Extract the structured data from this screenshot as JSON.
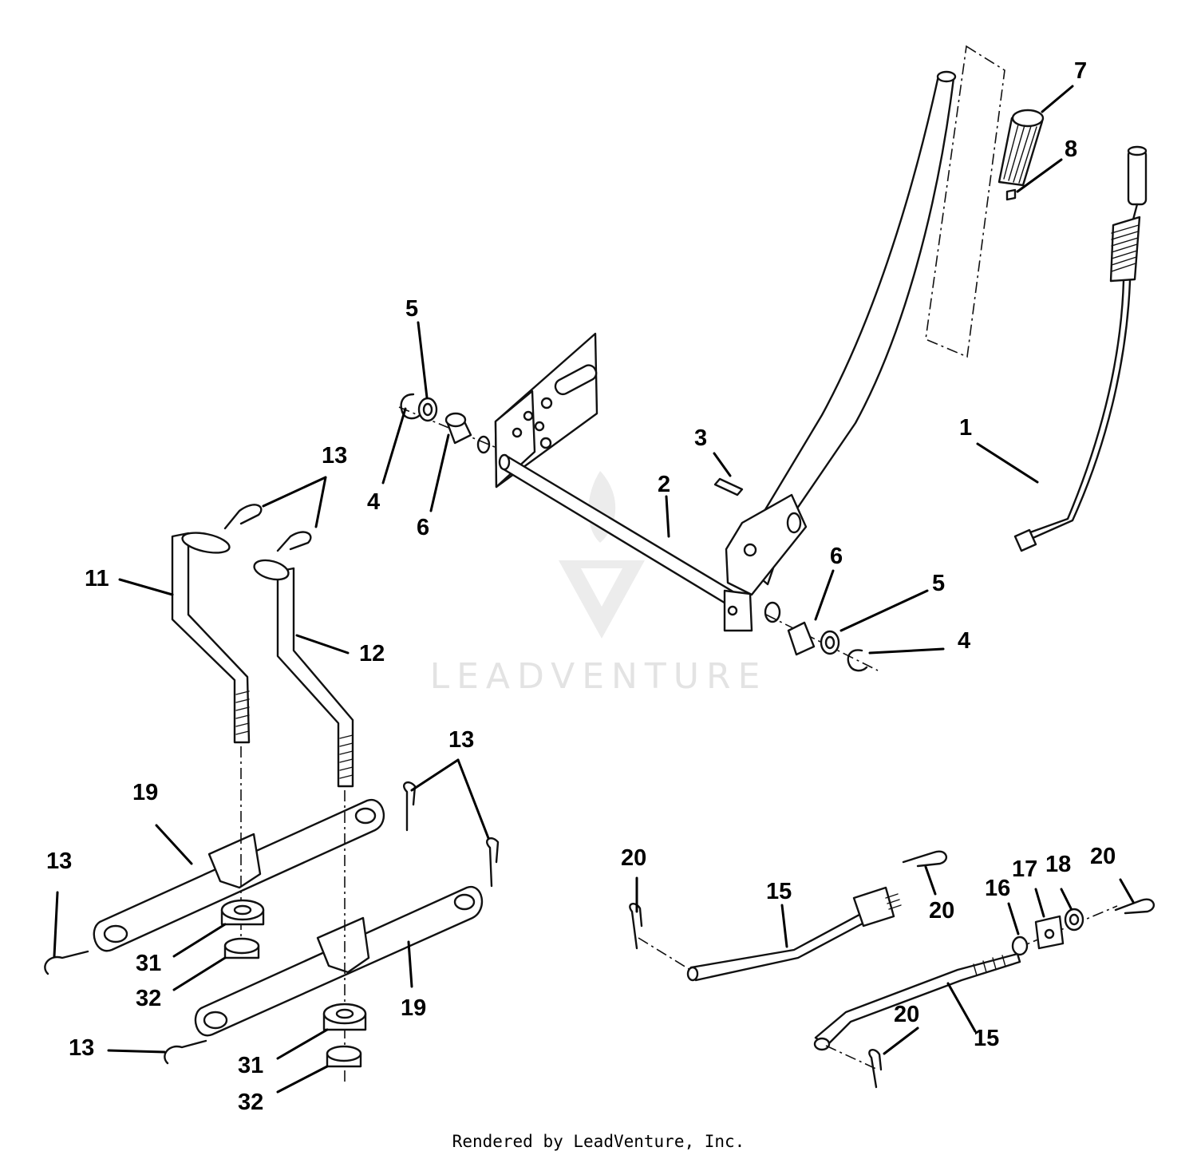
{
  "watermark": {
    "text": "LEADVENTURE"
  },
  "footer": {
    "text": "Rendered by LeadVenture, Inc."
  },
  "callouts": [
    {
      "id": "c1",
      "label": "1"
    },
    {
      "id": "c2",
      "label": "2"
    },
    {
      "id": "c3",
      "label": "3"
    },
    {
      "id": "c4a",
      "label": "4"
    },
    {
      "id": "c4b",
      "label": "4"
    },
    {
      "id": "c5a",
      "label": "5"
    },
    {
      "id": "c5b",
      "label": "5"
    },
    {
      "id": "c6a",
      "label": "6"
    },
    {
      "id": "c6b",
      "label": "6"
    },
    {
      "id": "c7",
      "label": "7"
    },
    {
      "id": "c8",
      "label": "8"
    },
    {
      "id": "c11",
      "label": "11"
    },
    {
      "id": "c12",
      "label": "12"
    },
    {
      "id": "c13a",
      "label": "13"
    },
    {
      "id": "c13b",
      "label": "13"
    },
    {
      "id": "c13c",
      "label": "13"
    },
    {
      "id": "c13d",
      "label": "13"
    },
    {
      "id": "c15a",
      "label": "15"
    },
    {
      "id": "c15b",
      "label": "15"
    },
    {
      "id": "c16",
      "label": "16"
    },
    {
      "id": "c17",
      "label": "17"
    },
    {
      "id": "c18",
      "label": "18"
    },
    {
      "id": "c19a",
      "label": "19"
    },
    {
      "id": "c19b",
      "label": "19"
    },
    {
      "id": "c20a",
      "label": "20"
    },
    {
      "id": "c20b",
      "label": "20"
    },
    {
      "id": "c20c",
      "label": "20"
    },
    {
      "id": "c20d",
      "label": "20"
    },
    {
      "id": "c31a",
      "label": "31"
    },
    {
      "id": "c31b",
      "label": "31"
    },
    {
      "id": "c32a",
      "label": "32"
    },
    {
      "id": "c32b",
      "label": "32"
    }
  ]
}
